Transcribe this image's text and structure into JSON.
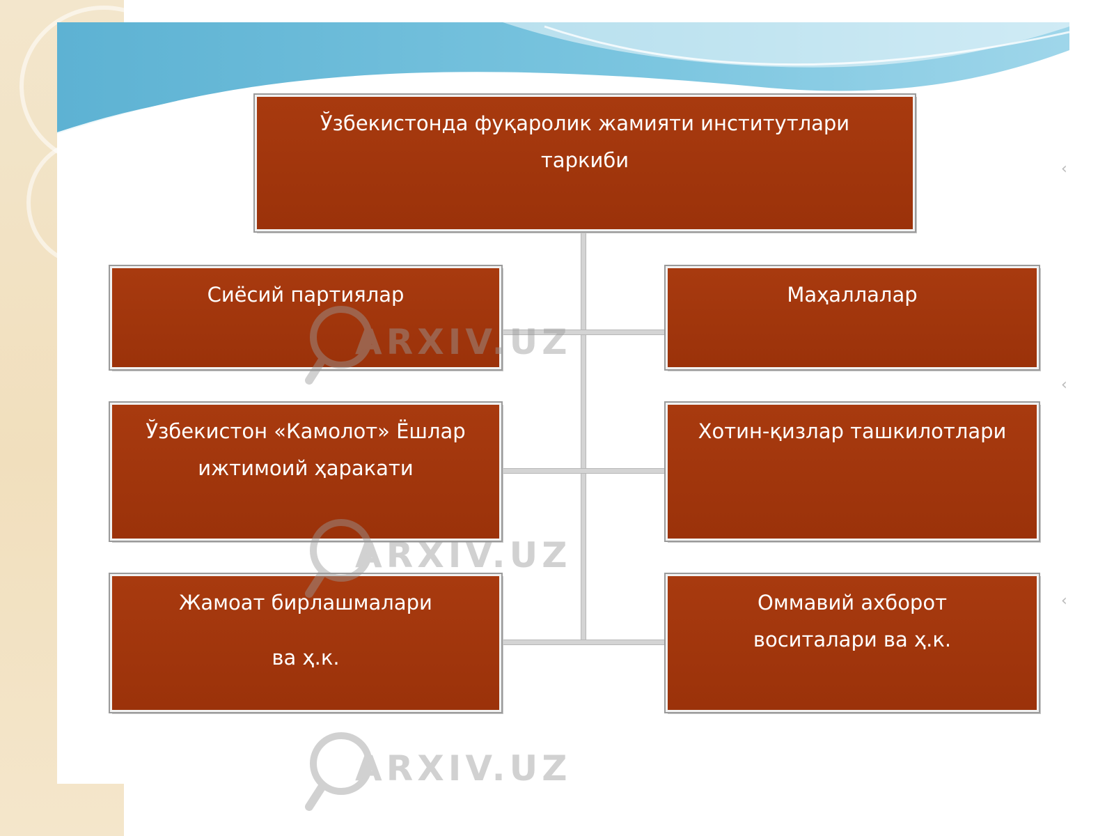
{
  "diagram": {
    "title": "Ўзбекистонда фуқаролик жамияти институтлари таркиби",
    "title_lines": [
      "Ўзбекистонда фуқаролик жамияти институтлари",
      "таркиби"
    ],
    "left": [
      {
        "lines": [
          "Сиёсий партиялар"
        ]
      },
      {
        "lines": [
          "Ўзбекистон «Камолот» Ёшлар",
          "ижтимоий ҳаракати"
        ]
      },
      {
        "lines": [
          "Жамоат бирлашмалари",
          "ва ҳ.к."
        ]
      }
    ],
    "right": [
      {
        "lines": [
          "Маҳаллалар"
        ]
      },
      {
        "lines": [
          "Хотин-қизлар ташкилотлари"
        ]
      },
      {
        "lines": [
          "Оммавий ахборот",
          "воситалари ва ҳ.к."
        ]
      }
    ]
  },
  "watermark": {
    "text": "ARXIV.UZ"
  },
  "colors": {
    "box_fill": "#9e330b",
    "box_border": "#f2f2f2",
    "banner_blue": "#5fb6d6",
    "side_beige": "#f1dfbd",
    "connector": "#d4d4d4"
  }
}
